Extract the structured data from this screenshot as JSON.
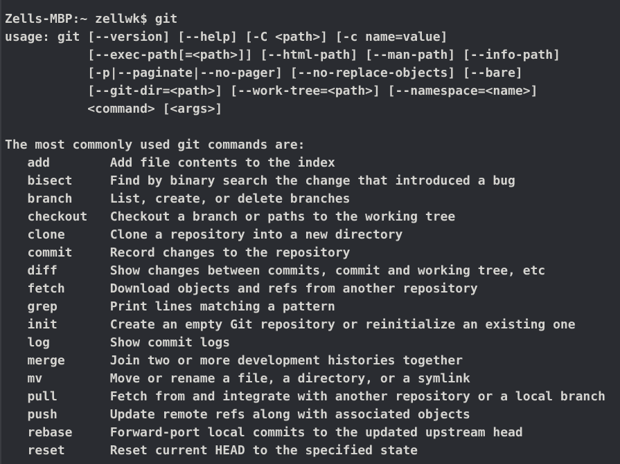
{
  "colors": {
    "background": "#2a2c31",
    "text": "#d5d4d0",
    "edge": "#3a3c41"
  },
  "terminal": {
    "prompt": "Zells-MBP:~ zellwk$ ",
    "command": "git",
    "usage": [
      "usage: git [--version] [--help] [-C <path>] [-c name=value]",
      "           [--exec-path[=<path>]] [--html-path] [--man-path] [--info-path]",
      "           [-p|--paginate|--no-pager] [--no-replace-objects] [--bare]",
      "           [--git-dir=<path>] [--work-tree=<path>] [--namespace=<name>]",
      "           <command> [<args>]"
    ],
    "commands_header": "The most commonly used git commands are:",
    "commands": [
      {
        "name": "add",
        "description": "Add file contents to the index"
      },
      {
        "name": "bisect",
        "description": "Find by binary search the change that introduced a bug"
      },
      {
        "name": "branch",
        "description": "List, create, or delete branches"
      },
      {
        "name": "checkout",
        "description": "Checkout a branch or paths to the working tree"
      },
      {
        "name": "clone",
        "description": "Clone a repository into a new directory"
      },
      {
        "name": "commit",
        "description": "Record changes to the repository"
      },
      {
        "name": "diff",
        "description": "Show changes between commits, commit and working tree, etc"
      },
      {
        "name": "fetch",
        "description": "Download objects and refs from another repository"
      },
      {
        "name": "grep",
        "description": "Print lines matching a pattern"
      },
      {
        "name": "init",
        "description": "Create an empty Git repository or reinitialize an existing one"
      },
      {
        "name": "log",
        "description": "Show commit logs"
      },
      {
        "name": "merge",
        "description": "Join two or more development histories together"
      },
      {
        "name": "mv",
        "description": "Move or rename a file, a directory, or a symlink"
      },
      {
        "name": "pull",
        "description": "Fetch from and integrate with another repository or a local branch"
      },
      {
        "name": "push",
        "description": "Update remote refs along with associated objects"
      },
      {
        "name": "rebase",
        "description": "Forward-port local commits to the updated upstream head"
      },
      {
        "name": "reset",
        "description": "Reset current HEAD to the specified state"
      }
    ]
  }
}
